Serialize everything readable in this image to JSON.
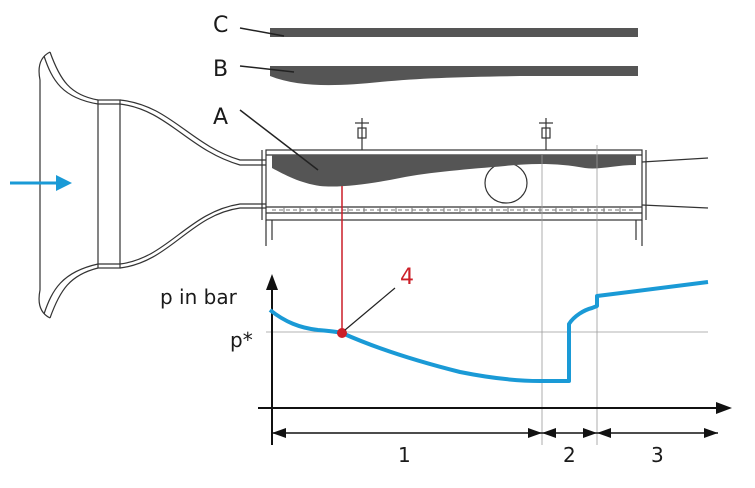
{
  "labels": {
    "plate_c": "C",
    "plate_b": "B",
    "plate_a": "A",
    "marker": "4",
    "y_axis": "p in bar",
    "p_star": "p*",
    "section_1": "1",
    "section_2": "2",
    "section_3": "3"
  },
  "colors": {
    "curve": "#1a9ad6",
    "arrow": "#1a9ad6",
    "marker": "#cc1f28",
    "shape": "#555555",
    "outline": "#333333",
    "guide": "#9a9a9a"
  },
  "icons": {
    "flow": "flow-arrow-icon",
    "point": "marker-dot-icon"
  }
}
